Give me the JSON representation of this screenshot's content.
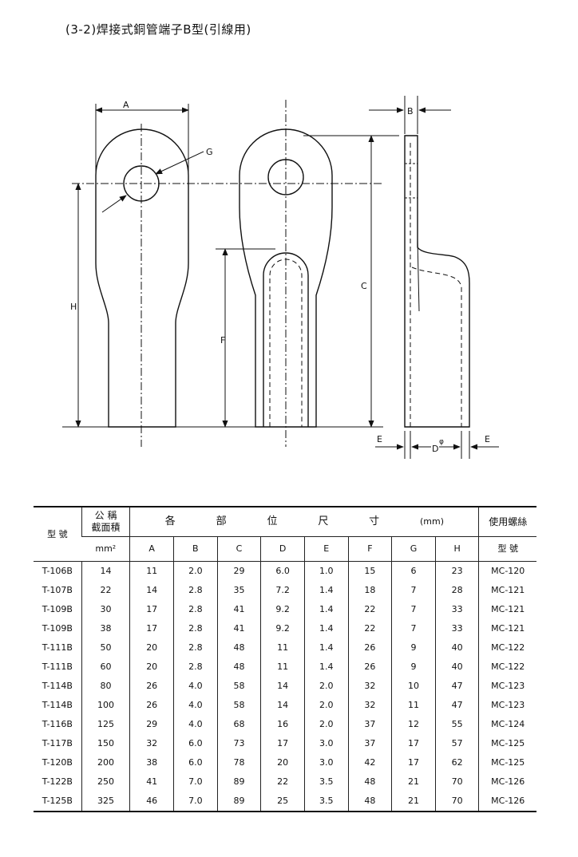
{
  "title": "(3-2)焊接式銅管端子B型(引線用)",
  "drawing": {
    "labels": {
      "A": "A",
      "B": "B",
      "C": "C",
      "D": "D",
      "E_left": "E",
      "E_right": "E",
      "F": "F",
      "G": "G",
      "H": "H",
      "phi": "φ"
    }
  },
  "table": {
    "header": {
      "model": "型  號",
      "area_top": "公 稱",
      "area_bottom": "截面積",
      "dims_group": [
        "各",
        "部",
        "位",
        "尺",
        "寸",
        "(mm)"
      ],
      "area_unit": "mm²",
      "dims": [
        "A",
        "B",
        "C",
        "D",
        "E",
        "F",
        "G",
        "H"
      ],
      "screw_top": "使用螺絲",
      "screw_bottom": "型  號"
    },
    "rows": [
      [
        "T-106B",
        "14",
        "11",
        "2.0",
        "29",
        "6.0",
        "1.0",
        "15",
        "6",
        "23",
        "MC-120"
      ],
      [
        "T-107B",
        "22",
        "14",
        "2.8",
        "35",
        "7.2",
        "1.4",
        "18",
        "7",
        "28",
        "MC-121"
      ],
      [
        "T-109B",
        "30",
        "17",
        "2.8",
        "41",
        "9.2",
        "1.4",
        "22",
        "7",
        "33",
        "MC-121"
      ],
      [
        "T-109B",
        "38",
        "17",
        "2.8",
        "41",
        "9.2",
        "1.4",
        "22",
        "7",
        "33",
        "MC-121"
      ],
      [
        "T-111B",
        "50",
        "20",
        "2.8",
        "48",
        "11",
        "1.4",
        "26",
        "9",
        "40",
        "MC-122"
      ],
      [
        "T-111B",
        "60",
        "20",
        "2.8",
        "48",
        "11",
        "1.4",
        "26",
        "9",
        "40",
        "MC-122"
      ],
      [
        "T-114B",
        "80",
        "26",
        "4.0",
        "58",
        "14",
        "2.0",
        "32",
        "10",
        "47",
        "MC-123"
      ],
      [
        "T-114B",
        "100",
        "26",
        "4.0",
        "58",
        "14",
        "2.0",
        "32",
        "11",
        "47",
        "MC-123"
      ],
      [
        "T-116B",
        "125",
        "29",
        "4.0",
        "68",
        "16",
        "2.0",
        "37",
        "12",
        "55",
        "MC-124"
      ],
      [
        "T-117B",
        "150",
        "32",
        "6.0",
        "73",
        "17",
        "3.0",
        "37",
        "17",
        "57",
        "MC-125"
      ],
      [
        "T-120B",
        "200",
        "38",
        "6.0",
        "78",
        "20",
        "3.0",
        "42",
        "17",
        "62",
        "MC-125"
      ],
      [
        "T-122B",
        "250",
        "41",
        "7.0",
        "89",
        "22",
        "3.5",
        "48",
        "21",
        "70",
        "MC-126"
      ],
      [
        "T-125B",
        "325",
        "46",
        "7.0",
        "89",
        "25",
        "3.5",
        "48",
        "21",
        "70",
        "MC-126"
      ]
    ]
  }
}
